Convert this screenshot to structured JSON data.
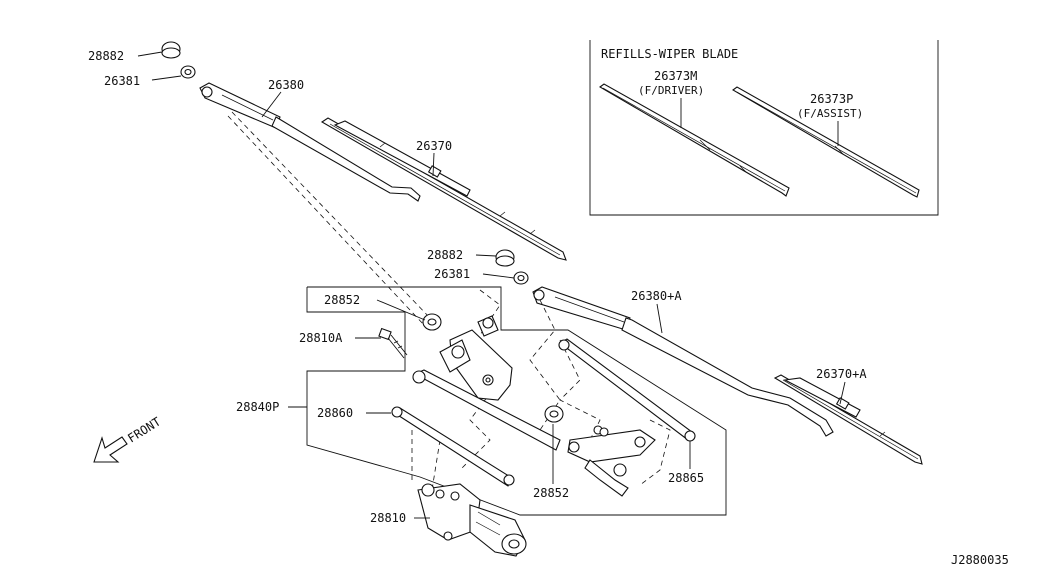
{
  "refills": {
    "title": "REFILLS-WIPER BLADE",
    "driver_part": "26373M",
    "driver_note": "(F/DRIVER)",
    "assist_part": "26373P",
    "assist_note": "(F/ASSIST)"
  },
  "callouts": {
    "cap_top": "28882",
    "nut_top": "26381",
    "arm_driver": "26380",
    "blade_driver": "26370",
    "cap_mid": "28882",
    "nut_mid": "26381",
    "arm_assist": "26380+A",
    "blade_assist": "26370+A",
    "pivot_upper": "28852",
    "bolt": "28810A",
    "linkage_assy": "28840P",
    "rod": "28860",
    "pivot_lower": "28852",
    "pivot_right": "28865",
    "motor": "28810"
  },
  "front_label": "FRONT",
  "diagram_code": "J2880035"
}
